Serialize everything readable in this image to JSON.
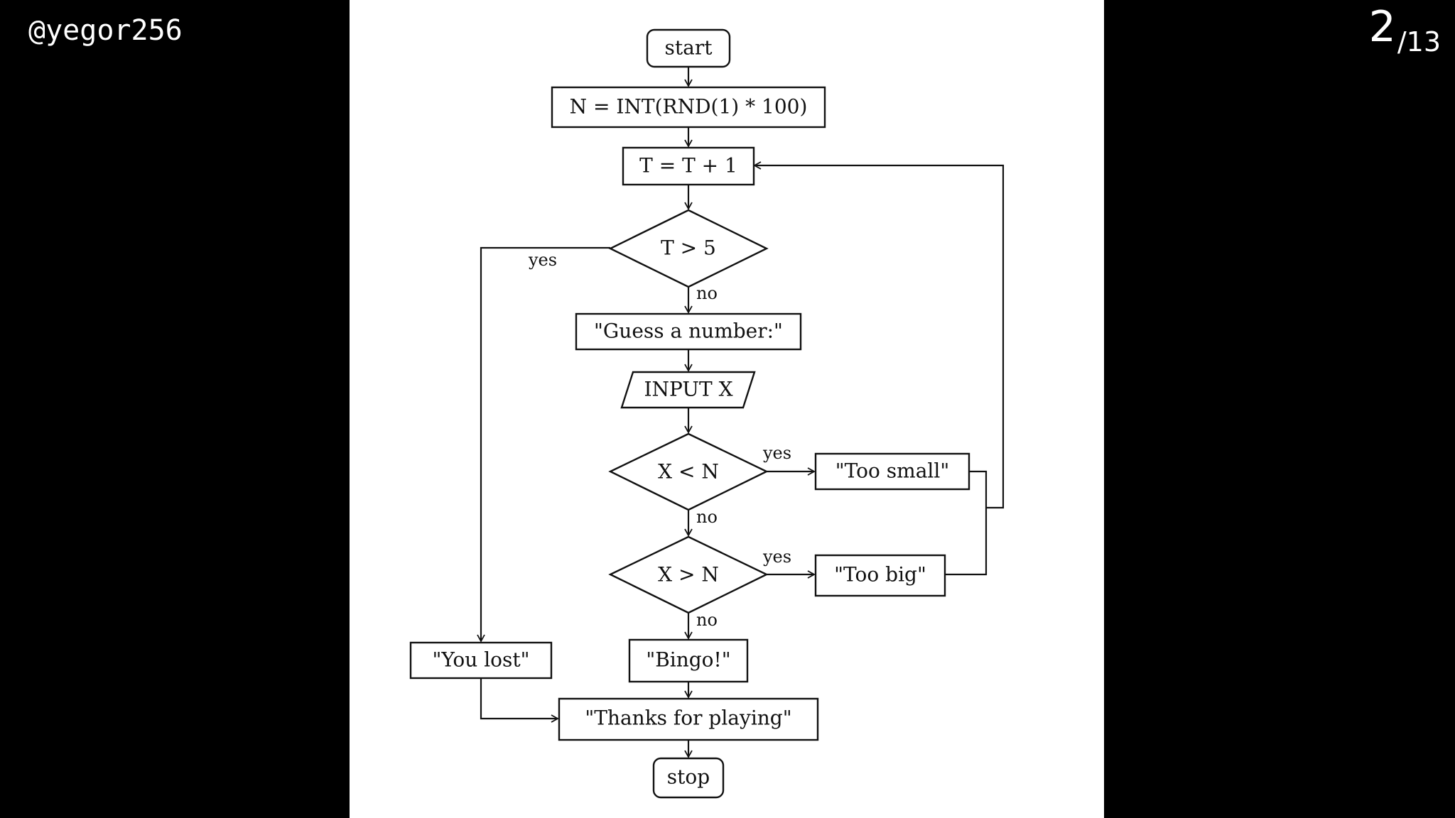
{
  "header": {
    "handle": "@yegor256",
    "page_current": "2",
    "page_total": "/13"
  },
  "flowchart": {
    "nodes": {
      "start": "start",
      "init_n": "N = INT(RND(1) * 100)",
      "increment_t": "T = T + 1",
      "check_t": "T > 5",
      "prompt": "\"Guess a number:\"",
      "input_x": "INPUT X",
      "check_less": "X < N",
      "too_small": "\"Too small\"",
      "check_greater": "X > N",
      "too_big": "\"Too big\"",
      "bingo": "\"Bingo!\"",
      "you_lost": "\"You lost\"",
      "thanks": "\"Thanks for playing\"",
      "stop": "stop"
    },
    "edge_labels": {
      "t_yes": "yes",
      "t_no": "no",
      "less_yes": "yes",
      "less_no": "no",
      "greater_yes": "yes",
      "greater_no": "no"
    }
  },
  "colors": {
    "background": "#000000",
    "slide": "#ffffff",
    "ink": "#111111"
  }
}
